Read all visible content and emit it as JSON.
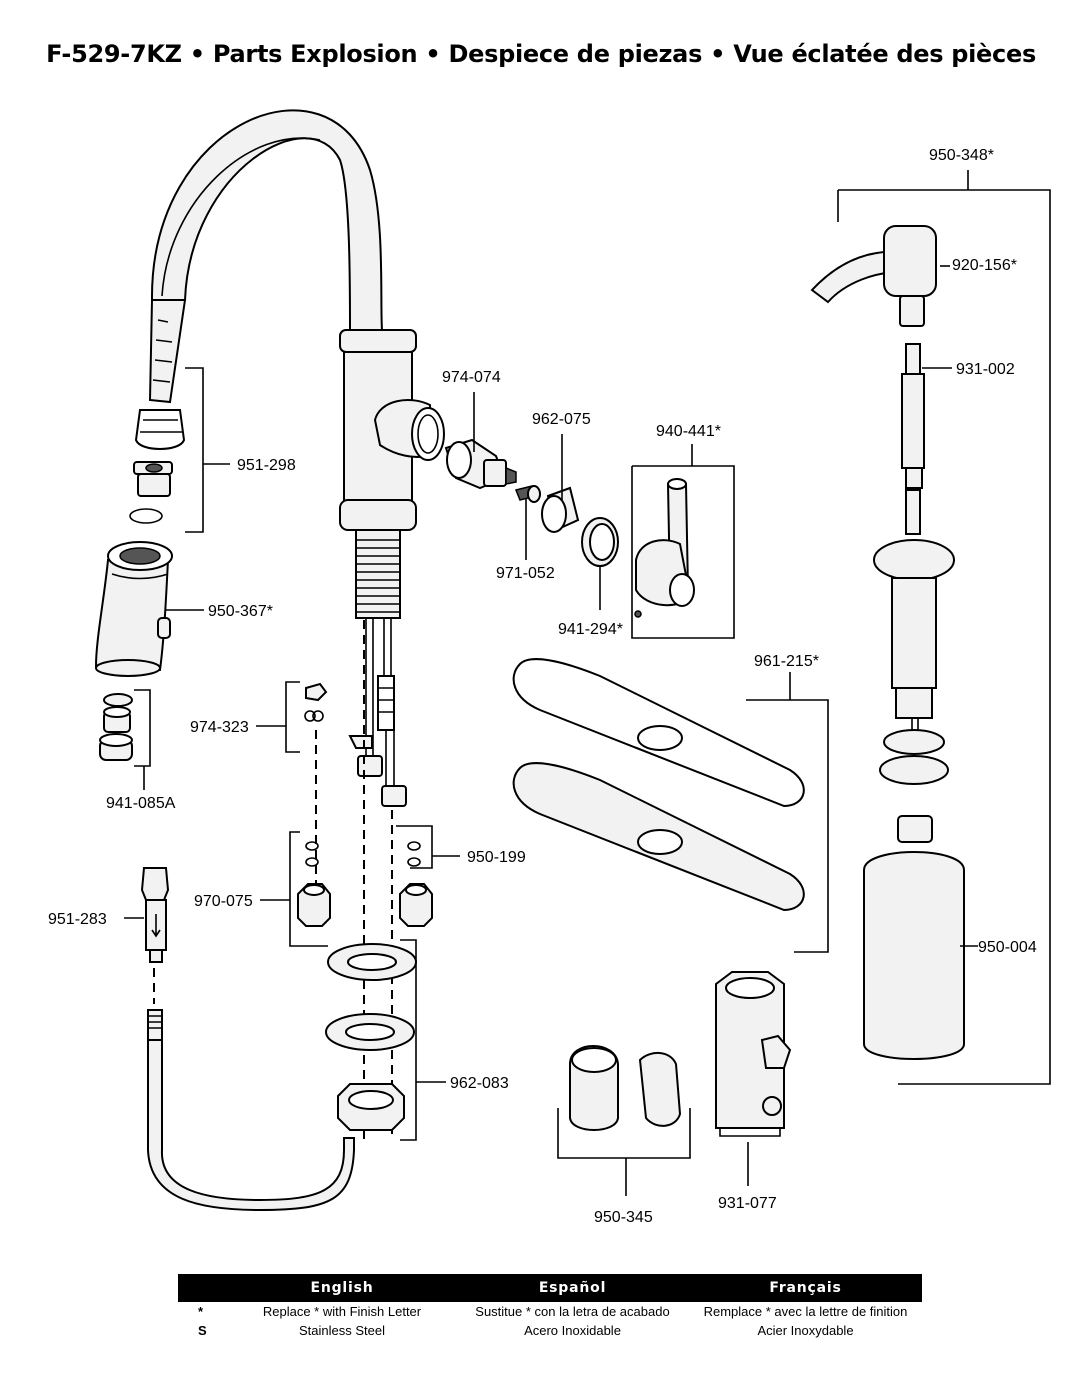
{
  "title": "F-529-7KZ  •  Parts Explosion  •  Despiece de piezas  •  Vue éclatée des pièces",
  "part_labels": {
    "p950_348": "950-348*",
    "p920_156": "920-156*",
    "p931_002": "931-002",
    "p974_074": "974-074",
    "p962_075": "962-075",
    "p940_441": "940-441*",
    "p951_298": "951-298",
    "p971_052": "971-052",
    "p941_294": "941-294*",
    "p950_367": "950-367*",
    "p961_215": "961-215*",
    "p974_323": "974-323",
    "p941_085A": "941-085A",
    "p950_199": "950-199",
    "p951_283": "951-283",
    "p970_075": "970-075",
    "p950_004": "950-004",
    "p962_083": "962-083",
    "p950_345": "950-345",
    "p931_077": "931-077"
  },
  "legend": {
    "headers": {
      "english": "English",
      "espanol": "Español",
      "francais": "Français"
    },
    "rows": [
      {
        "symbol": "*",
        "english": "Replace * with Finish Letter",
        "espanol": "Sustitue * con la letra de acabado",
        "francais": "Remplace * avec la lettre de finition"
      },
      {
        "symbol": "S",
        "english": "Stainless Steel",
        "espanol": "Acero Inoxidable",
        "francais": "Acier Inoxydable"
      }
    ]
  }
}
